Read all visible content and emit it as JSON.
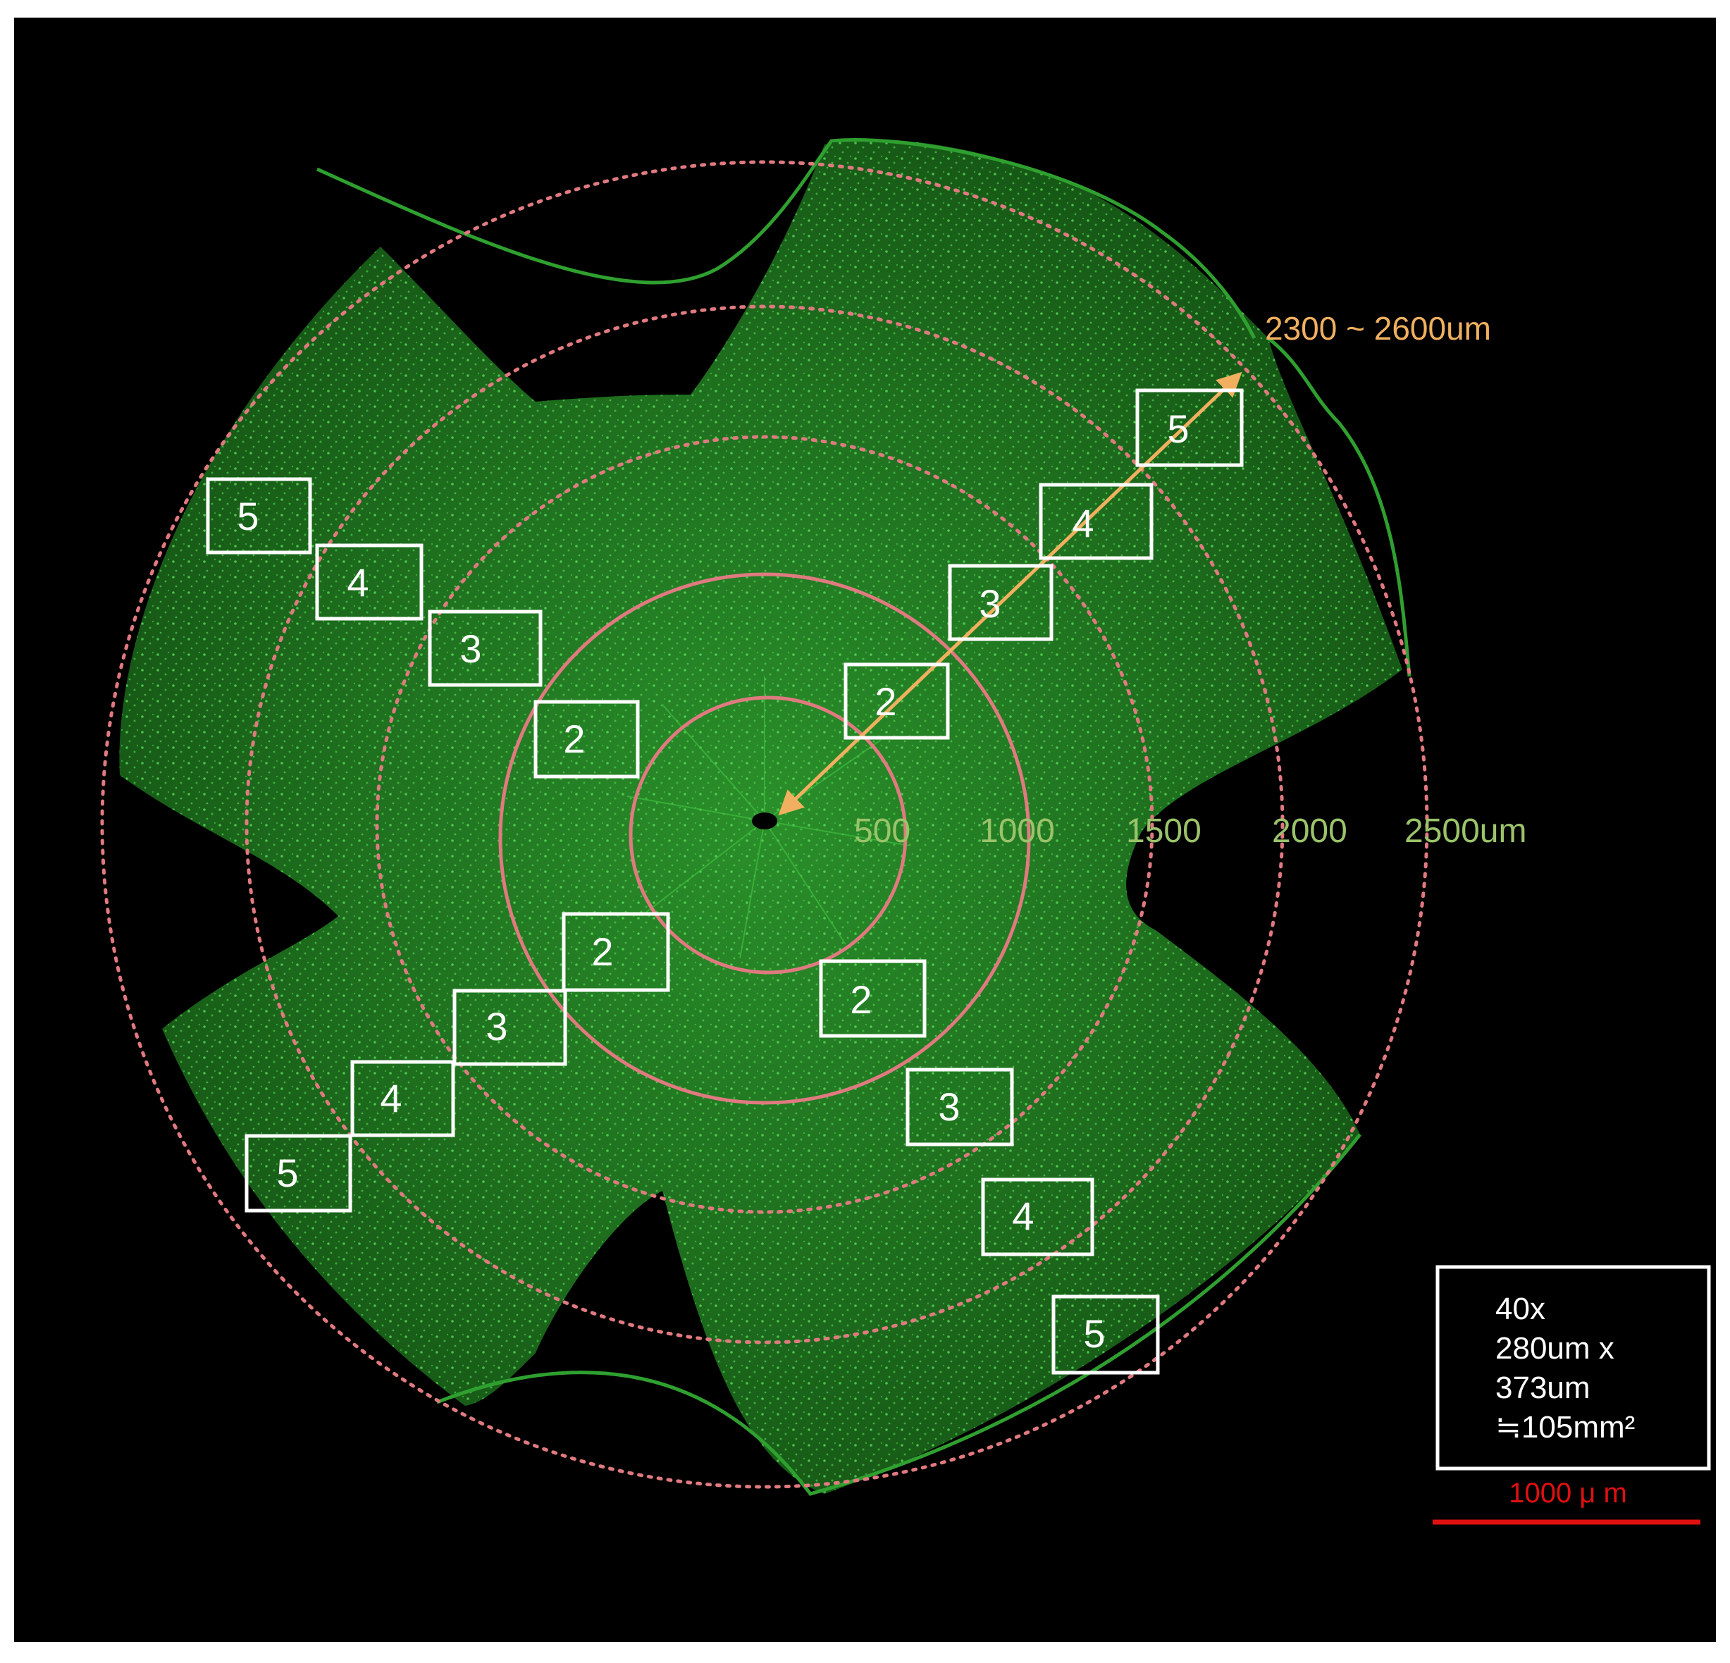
{
  "colors": {
    "background": "#000000",
    "tissue": "#1f7a1f",
    "tissue_dots": "#4cd94c",
    "ring_solid": "#e07a80",
    "ring_dotted": "#e07a80",
    "arrow": "#f0b060",
    "ring_labels": "#9bc36a",
    "boxes": "#ffffff",
    "scale_bar": "#e01010"
  },
  "arrow_label": "2300 ~ 2600um",
  "ring_labels": [
    "500",
    "1000",
    "1500",
    "2000",
    "2500um"
  ],
  "boxes": [
    {
      "label": "5"
    },
    {
      "label": "4"
    },
    {
      "label": "3"
    },
    {
      "label": "2"
    },
    {
      "label": "5"
    },
    {
      "label": "4"
    },
    {
      "label": "3"
    },
    {
      "label": "2"
    },
    {
      "label": "2"
    },
    {
      "label": "3"
    },
    {
      "label": "4"
    },
    {
      "label": "5"
    },
    {
      "label": "2"
    },
    {
      "label": "3"
    },
    {
      "label": "4"
    },
    {
      "label": "5"
    }
  ],
  "info_box": {
    "lines": [
      "40x",
      "280um x",
      "373um",
      "≒105mm²"
    ]
  },
  "scale_bar": {
    "label": "1000 μ m"
  }
}
